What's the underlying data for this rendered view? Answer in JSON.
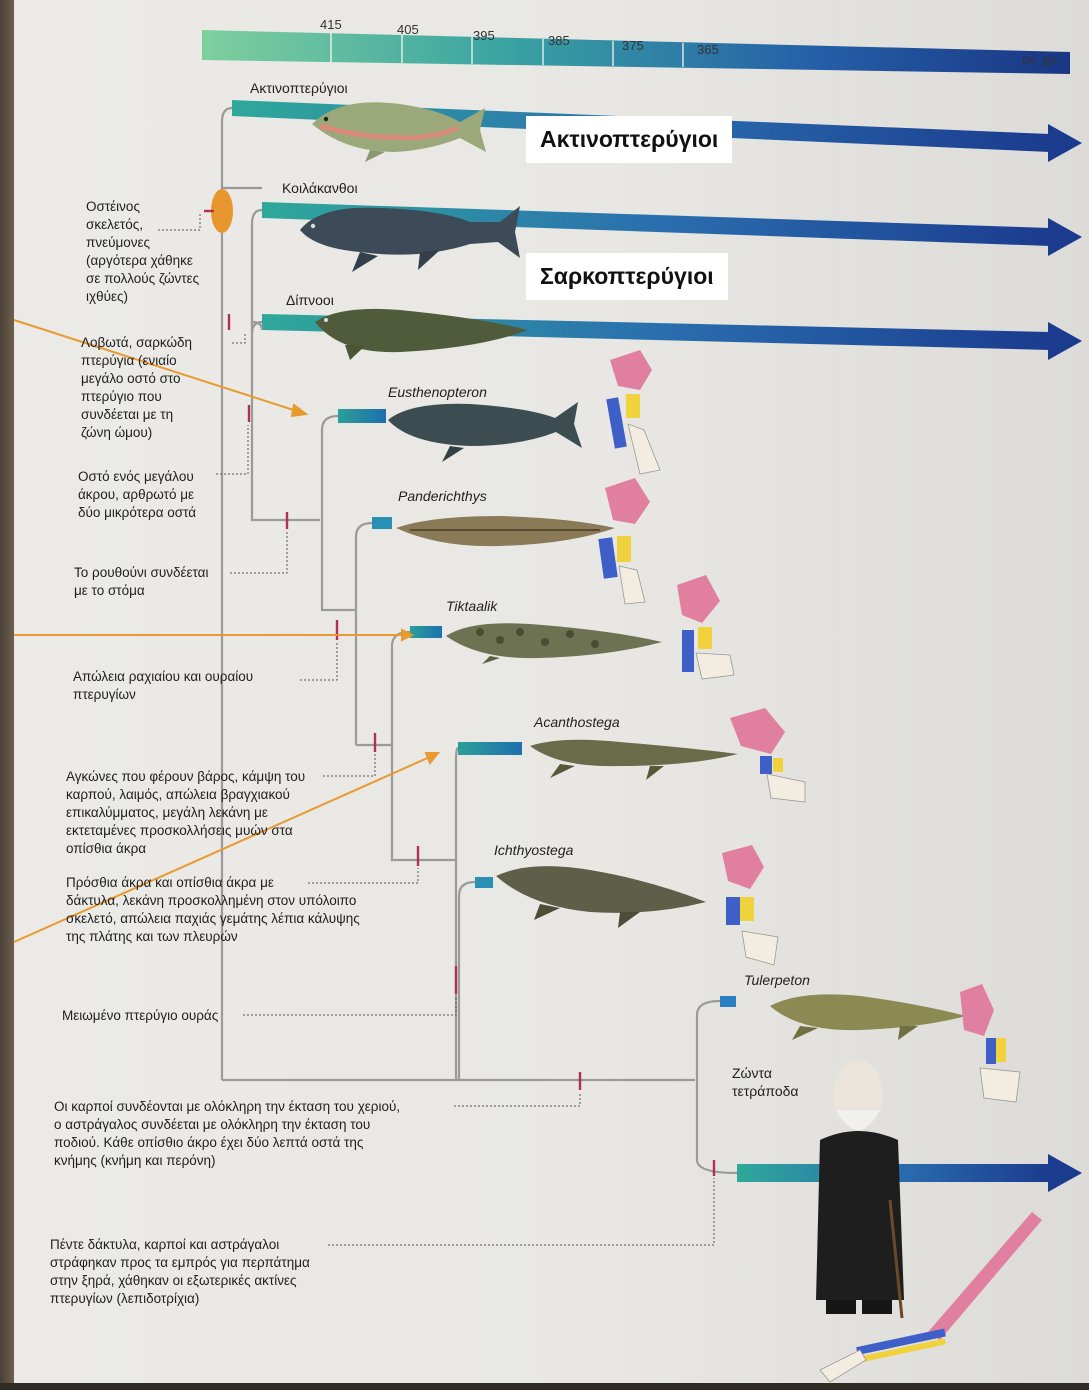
{
  "timeline": {
    "ticks": [
      "415",
      "405",
      "395",
      "385",
      "375",
      "365"
    ],
    "unit": "εκ. χρ."
  },
  "taxa": [
    {
      "id": "actinopterygii",
      "label": "Ακτινοπτερύγιοι",
      "italic": false
    },
    {
      "id": "coelacanths",
      "label": "Κοιλάκανθοι",
      "italic": false
    },
    {
      "id": "lungfish",
      "label": "Δίπνοοι",
      "italic": false
    },
    {
      "id": "eusthenopteron",
      "label": "Eusthenopteron",
      "italic": true
    },
    {
      "id": "panderichthys",
      "label": "Panderichthys",
      "italic": true
    },
    {
      "id": "tiktaalik",
      "label": "Tiktaalik",
      "italic": true
    },
    {
      "id": "acanthostega",
      "label": "Acanthostega",
      "italic": true
    },
    {
      "id": "ichthyostega",
      "label": "Ichthyostega",
      "italic": true
    },
    {
      "id": "tulerpeton",
      "label": "Tulerpeton",
      "italic": true
    },
    {
      "id": "living-tetrapods",
      "label": "Ζώντα\nτετράποδα",
      "italic": false
    }
  ],
  "traits": [
    "Οστέινος\nσκελετός,\nπνεύμονες\n(αργότερα χάθηκε\nσε πολλούς ζώντες\nιχθύες)",
    "Λοβωτά, σαρκώδη\nπτερύγια (ενιαίο\nμεγάλο οστό στο\nπτερύγιο που\nσυνδέεται με τη\nζώνη ώμου)",
    "Οστό ενός μεγάλου\nάκρου, αρθρωτό με\nδύο μικρότερα οστά",
    "Το ρουθούνι συνδέεται\nμε το στόμα",
    "Απώλεια ραχιαίου και ουραίου\nπτερυγίων",
    "Αγκώνες που φέρουν βάρος, κάμψη του\nκαρπού, λαιμός, απώλεια βραγχιακού\nεπικαλύμματος, μεγάλη λεκάνη με\nεκτεταμένες προσκολλήσεις μυών στα\nοπίσθια άκρα",
    "Πρόσθια άκρα και οπίσθια άκρα με\nδάκτυλα, λεκάνη προσκολλημένη στον υπόλοιπο\nσκελετό, απώλεια παχιάς γεμάτης λέπια κάλυψης\nτης πλάτης και των πλευρών",
    "Μειωμένο πτερύγιο ουράς",
    "Οι καρποί συνδέονται με ολόκληρη την έκταση του χεριού,\nο αστράγαλος συνδέεται με ολόκληρη την έκταση του\nποδιού. Κάθε οπίσθιο άκρο έχει δύο λεπτά οστά της\nκνήμης (κνήμη και περόνη)",
    "Πέντε δάκτυλα, καρποί και αστράγαλοι\nστράφηκαν προς τα εμπρός για περπάτημα\nστην ξηρά, χάθηκαν οι εξωτερικές ακτίνες\nπτερυγίων (λεπιδοτρίχια)"
  ],
  "callouts": {
    "actinopterygii": "Ακτινοπτερύγιοι",
    "sarcopterygii": "Σαρκοπτερύγιοι"
  },
  "colors": {
    "arrow_start": "#2fa89a",
    "arrow_end": "#1b3b8f",
    "trait_tick": "#b0305a",
    "node_oval": "#e8962e",
    "callout_line": "#e89a2e"
  }
}
